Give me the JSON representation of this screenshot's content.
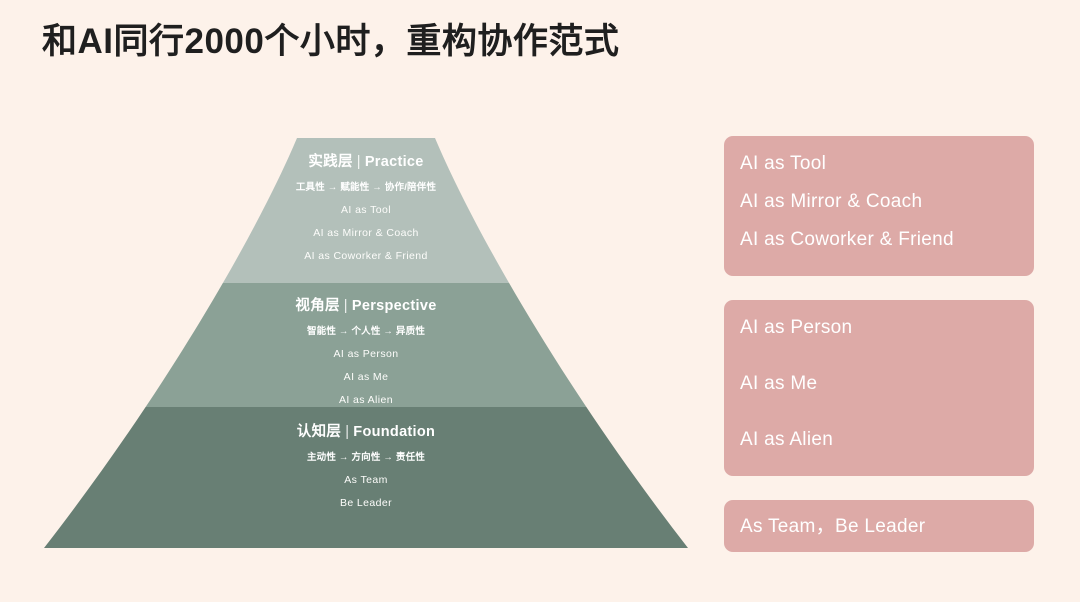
{
  "slide": {
    "title": "和AI同行2000个小时，重构协作范式",
    "background_color": "#fdf2ea",
    "accent_color": "#ddaaa7"
  },
  "pyramid": {
    "layers": [
      {
        "id": "practice",
        "heading_cn": "实践层",
        "separator": "|",
        "heading_en": "Practice",
        "subtitle": "工具性 → 赋能性 → 协作/陪伴性",
        "items": [
          "AI as Tool",
          "AI as Mirror & Coach",
          "AI as Coworker & Friend"
        ],
        "fill_color": "#b3c0ba"
      },
      {
        "id": "perspective",
        "heading_cn": "视角层",
        "separator": "|",
        "heading_en": "Perspective",
        "subtitle": "智能性 → 个人性 → 异质性",
        "items": [
          "AI as Person",
          "AI as Me",
          "AI as Alien"
        ],
        "fill_color": "#8ba196"
      },
      {
        "id": "foundation",
        "heading_cn": "认知层",
        "separator": "|",
        "heading_en": "Foundation",
        "subtitle": "主动性 → 方向性 → 责任性",
        "items": [
          "As Team",
          "Be Leader"
        ],
        "fill_color": "#687f74"
      }
    ]
  },
  "cards": [
    {
      "id": "card-practice",
      "lines": [
        "AI as Tool",
        "AI as Mirror & Coach",
        "AI as Coworker & Friend"
      ]
    },
    {
      "id": "card-perspective",
      "lines": [
        "AI as Person",
        "AI as Me",
        "AI as  Alien"
      ]
    },
    {
      "id": "card-foundation",
      "lines": [
        "As Team，Be Leader"
      ]
    }
  ]
}
